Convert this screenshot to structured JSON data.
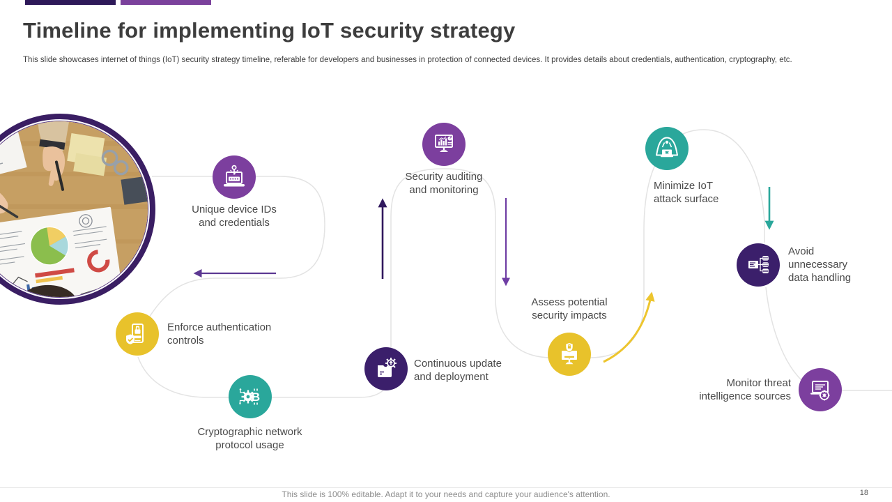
{
  "slide": {
    "title": "Timeline for implementing IoT security strategy",
    "subtitle": "This slide showcases internet of things (IoT) security strategy timeline, referable for developers and businesses in protection of connected devices. It provides details about credentials, authentication, cryptography, etc.",
    "footer": "This slide is 100% editable. Adapt it to your needs and capture your audience's attention.",
    "page_number": "18"
  },
  "colors": {
    "accent_bar_dark": "#2E1959",
    "accent_bar_light": "#7B419C",
    "node_purple": "#7C3F9E",
    "node_dark_purple": "#3B1F6B",
    "node_yellow": "#E8C22B",
    "node_teal": "#2AA79B",
    "path_gray": "#E3E3E3",
    "arrow_left_purple": "#5C3892",
    "arrow_up_dark_purple": "#31195E",
    "arrow_down_purple": "#6F3DA4",
    "arrow_curved_yellow": "#EDC52E",
    "arrow_down_teal": "#2AA79B"
  },
  "timeline": {
    "steps": [
      {
        "label": "Unique device IDs and credentials",
        "icon": "laptop-key-icon",
        "color": "purple"
      },
      {
        "label": "Enforce authentication controls",
        "icon": "mobile-lock-shield-icon",
        "color": "yellow"
      },
      {
        "label": "Cryptographic network protocol usage",
        "icon": "crypto-gear-icon",
        "color": "teal"
      },
      {
        "label": "Continuous update and deployment",
        "icon": "folder-update-gear-icon",
        "color": "dark_purple"
      },
      {
        "label": "Security auditing and monitoring",
        "icon": "monitor-analytics-icon",
        "color": "purple"
      },
      {
        "label": "Assess potential security impacts",
        "icon": "monitor-lock-icon",
        "color": "yellow"
      },
      {
        "label": "Minimize IoT attack surface",
        "icon": "hacker-icon",
        "color": "teal"
      },
      {
        "label": "Avoid unnecessary data handling",
        "icon": "data-servers-icon",
        "color": "dark_purple"
      },
      {
        "label": "Monitor threat intelligence sources",
        "icon": "threat-report-bug-icon",
        "color": "purple"
      }
    ]
  }
}
